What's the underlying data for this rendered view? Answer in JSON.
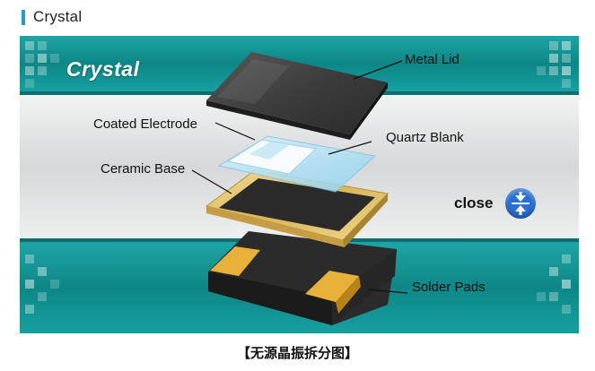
{
  "header": {
    "title": "Crystal"
  },
  "diagram": {
    "brand": "Crystal",
    "labels": {
      "metal_lid": "Metal Lid",
      "coated_electrode": "Coated Electrode",
      "quartz_blank": "Quartz Blank",
      "ceramic_base": "Ceramic Base",
      "solder_pads": "Solder Pads"
    },
    "close_label": "close",
    "colors": {
      "teal_band": "#0e8f8f",
      "grey_band": "#d8dadb",
      "accent_blue": "#2a6fd6",
      "header_accent": "#1aa0c8"
    }
  },
  "caption": "【无源晶振拆分图】"
}
